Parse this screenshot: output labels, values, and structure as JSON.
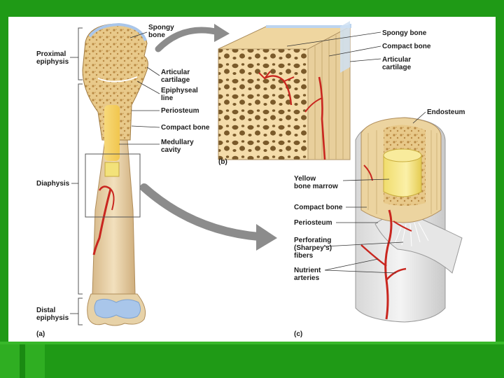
{
  "labels": {
    "spongy_bone_a": [
      "Spongy",
      "bone"
    ],
    "proximal_epiphysis": [
      "Proximal",
      "epiphysis"
    ],
    "articular_cartilage_a": [
      "Articular",
      "cartilage"
    ],
    "epiphyseal_line": [
      "Epiphyseal",
      "line"
    ],
    "periosteum_a": "Periosteum",
    "compact_bone_a": "Compact bone",
    "medullary_cavity": [
      "Medullary",
      "cavity"
    ],
    "diaphysis": "Diaphysis",
    "distal_epiphysis": [
      "Distal",
      "epiphysis"
    ],
    "spongy_bone_b": "Spongy bone",
    "compact_bone_b": "Compact bone",
    "articular_cartilage_b": [
      "Articular",
      "cartilage"
    ],
    "endosteum": "Endosteum",
    "yellow_bone_marrow": [
      "Yellow",
      "bone marrow"
    ],
    "compact_bone_c": "Compact bone",
    "periosteum_c": "Periosteum",
    "perforating_fibers": [
      "Perforating",
      "(Sharpey's)",
      "fibers"
    ],
    "nutrient_arteries": [
      "Nutrient",
      "arteries"
    ]
  },
  "panels": {
    "a": "(a)",
    "b": "(b)",
    "c": "(c)"
  },
  "colors": {
    "background": "#1f9a16",
    "bone": "#e9d3a5",
    "spongy": "#e3c07e",
    "cartilage": "#a9c6ea",
    "artery": "#c9261f",
    "marrow": "#f3e27a"
  }
}
